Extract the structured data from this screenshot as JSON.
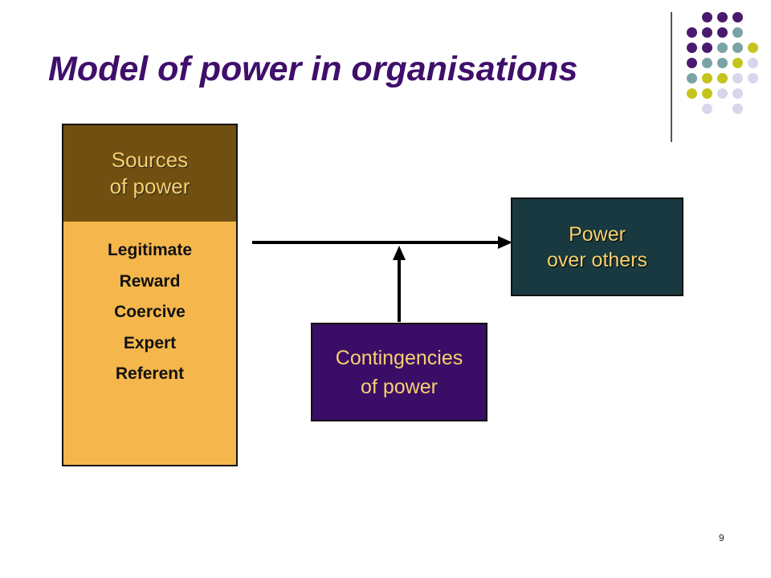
{
  "title": "Model of power in organisations",
  "sources": {
    "heading_line1": "Sources",
    "heading_line2": "of power",
    "items": [
      "Legitimate",
      "Reward",
      "Coercive",
      "Expert",
      "Referent"
    ]
  },
  "outcome": {
    "line1": "Power",
    "line2": "over others"
  },
  "contingencies": {
    "line1": "Contingencies",
    "line2": "of power"
  },
  "page_number": "9",
  "colors": {
    "title": "#3f0f6b",
    "sources_head": "#704f11",
    "sources_body": "#f5b74c",
    "outcome_box": "#17393f",
    "contingencies_box": "#3a0e66",
    "box_text": "#f7d070",
    "dot_palette": [
      "#4a1a6e",
      "#7ba3a6",
      "#c5c41e",
      "#d8d6ec"
    ]
  }
}
